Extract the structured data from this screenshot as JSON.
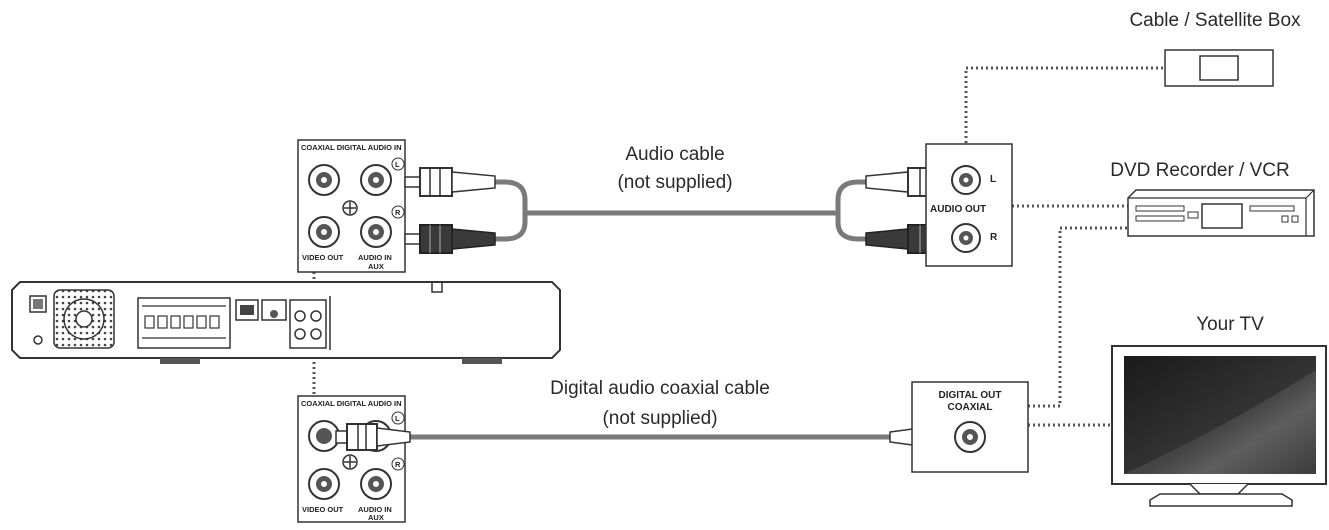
{
  "labels": {
    "audio_cable": "Audio cable",
    "audio_cable_note": "(not supplied)",
    "coax_cable": "Digital audio coaxial cable",
    "coax_cable_note": "(not supplied)",
    "cable_box": "Cable / Satellite Box",
    "dvd_vcr": "DVD Recorder / VCR",
    "your_tv": "Your TV"
  },
  "panel": {
    "coaxial_in": "COAXIAL DIGITAL AUDIO IN",
    "video_out": "VIDEO OUT",
    "audio_in": "AUDIO IN",
    "aux": "AUX",
    "left": "L",
    "right": "R"
  },
  "device_ports": {
    "audio_out": "AUDIO OUT",
    "left": "L",
    "right": "R",
    "digital_out": "DIGITAL OUT",
    "coaxial": "COAXIAL"
  },
  "colors": {
    "cable": "#7a7a7a",
    "dotted": "#555555",
    "outline": "#333333",
    "plug_dark": "#3a3a3a",
    "plug_light": "#ffffff"
  }
}
